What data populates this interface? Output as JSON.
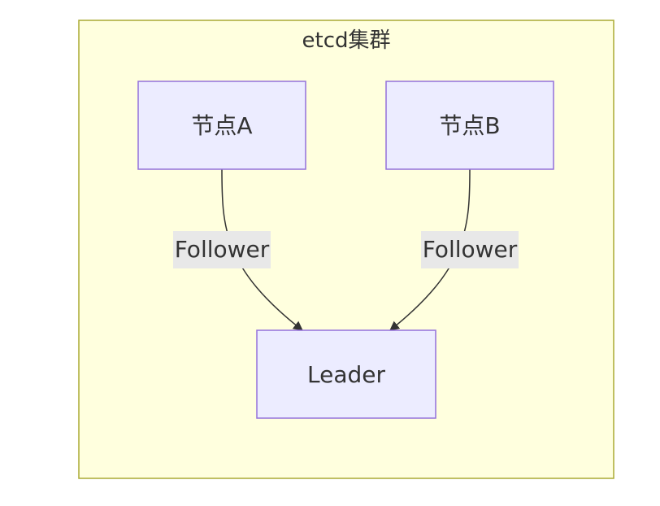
{
  "cluster": {
    "title": "etcd集群"
  },
  "nodes": {
    "node_a": {
      "label": "节点A"
    },
    "node_b": {
      "label": "节点B"
    },
    "leader": {
      "label": "Leader"
    }
  },
  "edges": {
    "a_to_leader": {
      "label": "Follower"
    },
    "b_to_leader": {
      "label": "Follower"
    }
  },
  "colors": {
    "cluster_fill": "#ffffde",
    "cluster_stroke": "#aaaa33",
    "node_fill": "#ececff",
    "node_stroke": "#9370db",
    "edge_stroke": "#333333",
    "edge_label_bg": "#e8e8e8",
    "text": "#333333"
  }
}
